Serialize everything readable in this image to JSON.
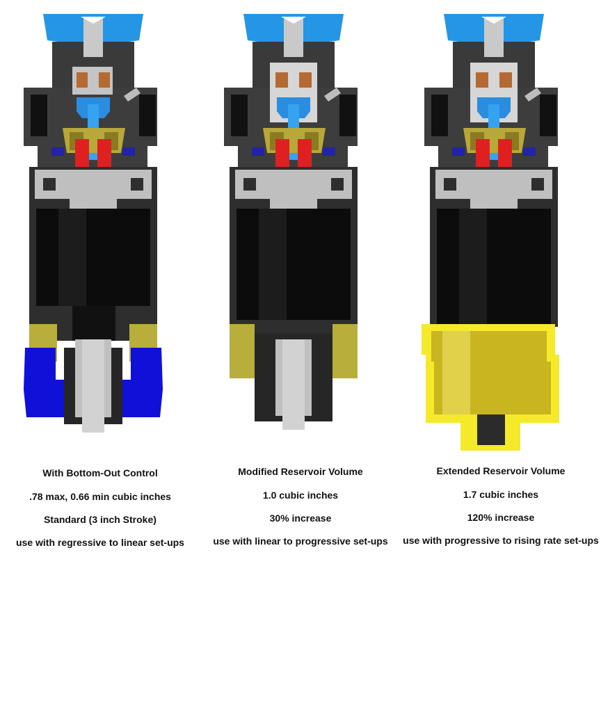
{
  "colors": {
    "cap": "#2596e6",
    "dark_body": "#3d3d3d",
    "black_tube": "#0c0c0c",
    "steel": "#c4c4c4",
    "copper": "#b46a32",
    "gold": "#b8a83a",
    "red": "#e02020",
    "bottom_out_blue": "#1010d8",
    "olive_collar": "#b7ae3c",
    "extended_yellow": "#f4ea2a"
  },
  "panels": [
    {
      "variant": "bottom-out",
      "title": "With Bottom-Out Control",
      "volume": ".78 max, 0.66 min cubic inches",
      "detail": "Standard (3 inch Stroke)",
      "usage": "use with regressive to linear set-ups"
    },
    {
      "variant": "modified",
      "title": "Modified Reservoir Volume",
      "volume": "1.0 cubic inches",
      "detail": "30% increase",
      "usage": "use with linear to progressive set-ups"
    },
    {
      "variant": "extended",
      "title": "Extended Reservoir Volume",
      "volume": "1.7 cubic inches",
      "detail": "120% increase",
      "usage": "use with progressive to rising rate set-ups"
    }
  ]
}
